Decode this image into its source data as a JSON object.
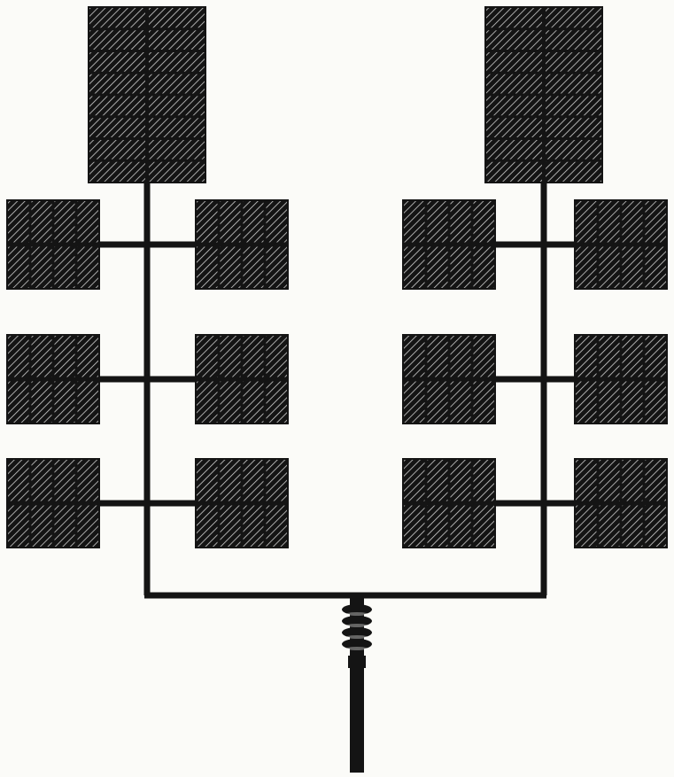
{
  "diagram": {
    "colors": {
      "ink": "#141414",
      "paper": "#fbfbf8",
      "hatch": "#cfcfcf"
    },
    "branches": [
      {
        "name": "left",
        "top_panel": {
          "rows": 8,
          "cols": 2
        },
        "panel_pairs": [
          {
            "left": {
              "rows": 2,
              "cols": 4
            },
            "right": {
              "rows": 2,
              "cols": 4
            }
          },
          {
            "left": {
              "rows": 2,
              "cols": 4
            },
            "right": {
              "rows": 2,
              "cols": 4
            }
          },
          {
            "left": {
              "rows": 2,
              "cols": 4
            },
            "right": {
              "rows": 2,
              "cols": 4
            }
          }
        ]
      },
      {
        "name": "right",
        "top_panel": {
          "rows": 8,
          "cols": 2
        },
        "panel_pairs": [
          {
            "left": {
              "rows": 2,
              "cols": 4
            },
            "right": {
              "rows": 2,
              "cols": 4
            }
          },
          {
            "left": {
              "rows": 2,
              "cols": 4
            },
            "right": {
              "rows": 2,
              "cols": 4
            }
          },
          {
            "left": {
              "rows": 2,
              "cols": 4
            },
            "right": {
              "rows": 2,
              "cols": 4
            }
          }
        ]
      }
    ],
    "feed": {
      "insulator_rings": 4
    }
  }
}
